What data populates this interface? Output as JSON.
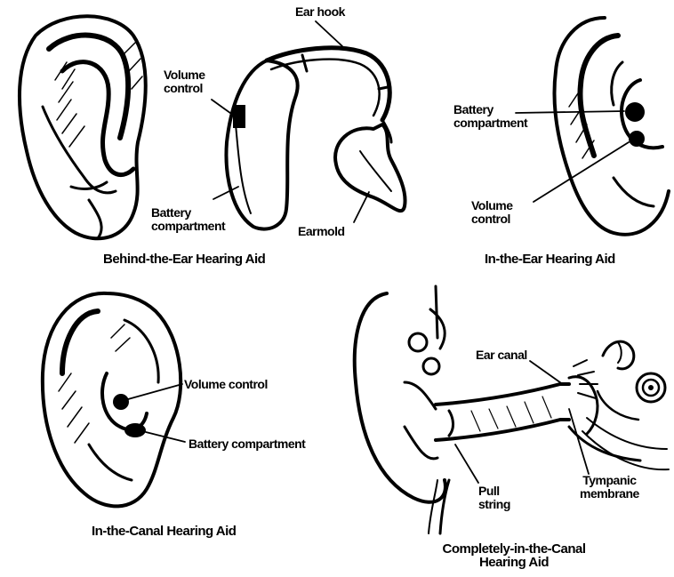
{
  "panels": {
    "bte": {
      "caption": "Behind-the-Ear Hearing Aid",
      "labels": {
        "ear_hook": "Ear hook",
        "volume_control": "Volume\ncontrol",
        "battery": "Battery\ncompartment",
        "earmold": "Earmold"
      }
    },
    "ite": {
      "caption": "In-the-Ear Hearing Aid",
      "labels": {
        "battery": "Battery\ncompartment",
        "volume_control": "Volume\ncontrol"
      }
    },
    "itc": {
      "caption": "In-the-Canal Hearing Aid",
      "labels": {
        "volume_control": "Volume control",
        "battery": "Battery compartment"
      }
    },
    "cic": {
      "caption": "Completely-in-the-Canal\nHearing Aid",
      "labels": {
        "ear_canal": "Ear canal",
        "pull_string": "Pull\nstring",
        "tympanic": "Tympanic\nmembrane"
      }
    }
  },
  "colors": {
    "ink": "#000000",
    "paper": "#ffffff"
  }
}
